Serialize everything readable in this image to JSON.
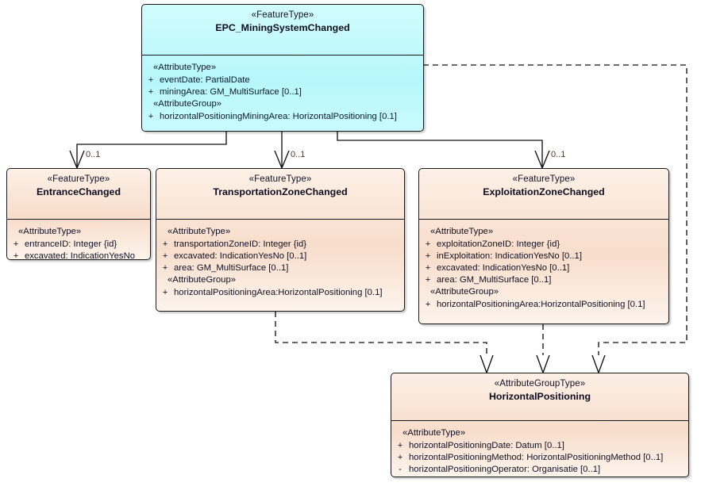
{
  "diagram": {
    "type": "uml-class-diagram",
    "title": "EPC_MiningSystemChanged",
    "colors": {
      "event_fill": "#b6f7fb",
      "feature_fill": "#f8ddcb",
      "border": "#1a1a1a",
      "multiplicity_text": "#5a3a22"
    }
  },
  "classes": {
    "mining_system": {
      "stereotype": "«FeatureType»",
      "name": "EPC_MiningSystemChanged",
      "groups": [
        {
          "label": "«AttributeType»",
          "attributes": [
            {
              "visibility": "+",
              "text": "eventDate: PartialDate"
            },
            {
              "visibility": "+",
              "text": "miningArea: GM_MultiSurface [0..1]"
            }
          ]
        },
        {
          "label": "«AttributeGroup»",
          "attributes": [
            {
              "visibility": "+",
              "text": "horizontalPositioningMiningArea: HorizontalPositioning [0.1]"
            }
          ]
        }
      ]
    },
    "entrance": {
      "stereotype": "«FeatureType»",
      "name": "EntranceChanged",
      "groups": [
        {
          "label": "«AttributeType»",
          "attributes": [
            {
              "visibility": "+",
              "text": "entranceID: Integer {id}"
            },
            {
              "visibility": "+",
              "text": "excavated: IndicationYesNo"
            }
          ]
        }
      ]
    },
    "transportation": {
      "stereotype": "«FeatureType»",
      "name": "TransportationZoneChanged",
      "groups": [
        {
          "label": "«AttributeType»",
          "attributes": [
            {
              "visibility": "+",
              "text": "transportationZoneID: Integer {id}"
            },
            {
              "visibility": "+",
              "text": "excavated: IndicationYesNo [0..1]"
            },
            {
              "visibility": "+",
              "text": "area: GM_MultiSurface [0..1]"
            }
          ]
        },
        {
          "label": "«AttributeGroup»",
          "attributes": [
            {
              "visibility": "+",
              "text": "horizontalPositioningArea:HorizontalPositioning [0.1]"
            }
          ]
        }
      ]
    },
    "exploitation": {
      "stereotype": "«FeatureType»",
      "name": "ExploitationZoneChanged",
      "groups": [
        {
          "label": "«AttributeType»",
          "attributes": [
            {
              "visibility": "+",
              "text": "exploitationZoneID: Integer {id}"
            },
            {
              "visibility": "+",
              "text": "inExploitation: IndicationYesNo [0..1]"
            },
            {
              "visibility": "+",
              "text": "excavated: IndicationYesNo [0..1]"
            },
            {
              "visibility": "+",
              "text": "area: GM_MultiSurface [0..1]"
            }
          ]
        },
        {
          "label": "«AttributeGroup»",
          "attributes": [
            {
              "visibility": "+",
              "text": "horizontalPositioningArea:HorizontalPositioning [0.1]"
            }
          ]
        }
      ]
    },
    "horizontal_positioning": {
      "stereotype": "«AttributeGroupType»",
      "name": "HorizontalPositioning",
      "groups": [
        {
          "label": "«AttributeType»",
          "attributes": [
            {
              "visibility": "+",
              "text": "horizontalPositioningDate: Datum [0..1]"
            },
            {
              "visibility": "+",
              "text": "horizontalPositioningMethod: HorizontalPositioningMethod [0..1]"
            },
            {
              "visibility": "-",
              "text": "horizontalPositioningOperator: Organisatie [0..1]"
            }
          ]
        }
      ]
    }
  },
  "multiplicities": {
    "entrance": "0..1",
    "transportation": "0..1",
    "exploitation": "0..1"
  }
}
